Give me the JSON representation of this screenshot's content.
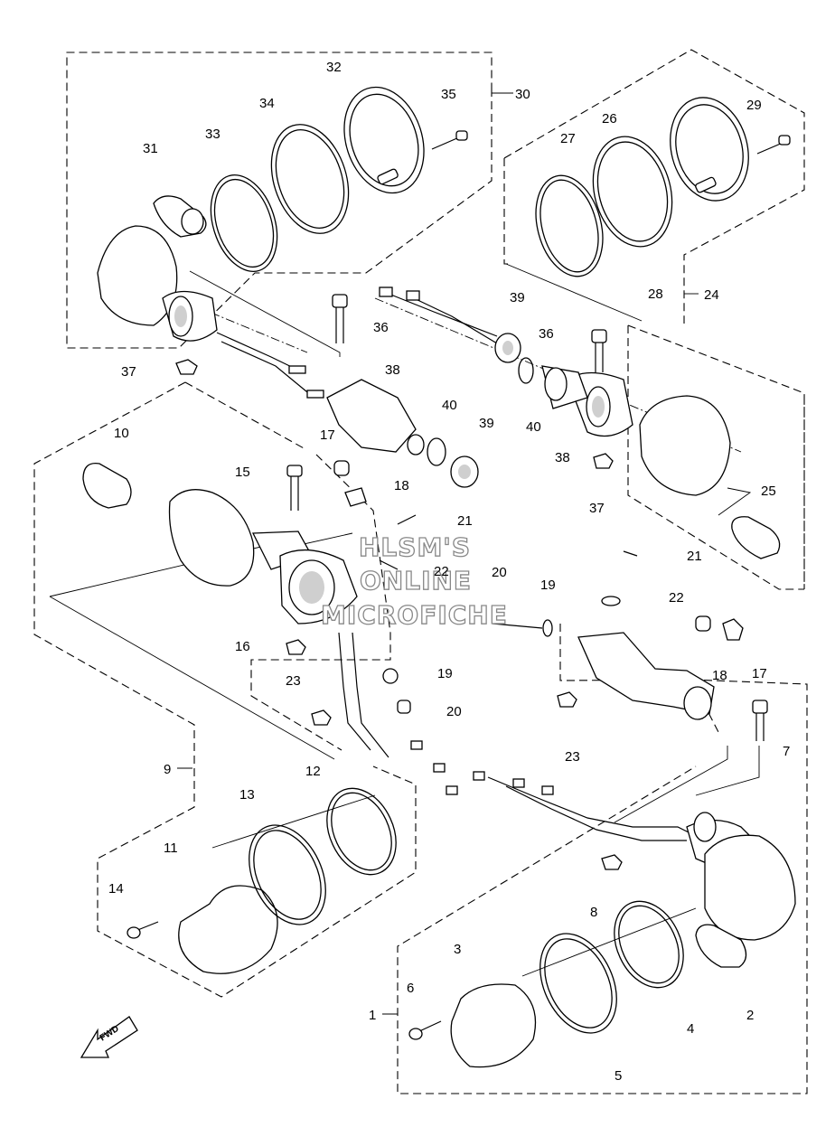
{
  "diagram": {
    "part_labels": [
      "1",
      "2",
      "3",
      "4",
      "5",
      "6",
      "7",
      "8",
      "9",
      "10",
      "11",
      "12",
      "13",
      "14",
      "15",
      "16",
      "17",
      "18",
      "19",
      "20",
      "21",
      "22",
      "23",
      "24",
      "25",
      "26",
      "27",
      "28",
      "29",
      "30",
      "31",
      "32",
      "33",
      "34",
      "35",
      "36",
      "37",
      "38",
      "39",
      "40"
    ],
    "watermark_lines": [
      "HLSM'S",
      "ONLINE",
      "MICROFICHE"
    ],
    "fwd_arrow_text": "FWD"
  }
}
